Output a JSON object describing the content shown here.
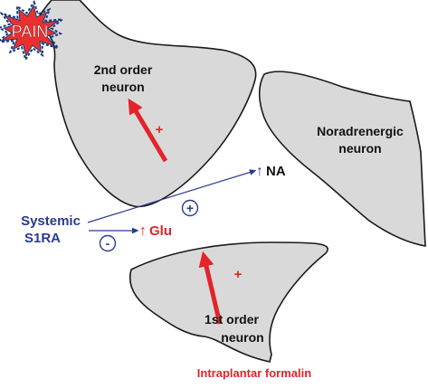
{
  "pain_burst": {
    "label": "PAIN",
    "fill_color": "#e8312f",
    "outline_color": "#1a3a7a"
  },
  "neurons": {
    "second_order": {
      "line1": "2nd order",
      "line2": "neuron"
    },
    "noradrenergic": {
      "line1": "Noradrenergic",
      "line2": "neuron"
    },
    "first_order": {
      "line1": "1st order",
      "line2": "neuron"
    }
  },
  "drug": {
    "line1": "Systemic",
    "line2": "S1RA"
  },
  "effects": {
    "noradrenaline": {
      "arrow": "↑",
      "label": "NA"
    },
    "glutamate": {
      "arrow": "↑",
      "label": "Glu"
    },
    "plus_sign": "+",
    "minus_sign": "-"
  },
  "activity_signs": {
    "second_order": "+",
    "first_order": "+"
  },
  "stimulus": "Intraplantar formalin",
  "colors": {
    "neuron_fill": "#d9d9d9",
    "neuron_stroke": "#1a1a1a",
    "navy": "#2b3a8f",
    "red": "#e4232a",
    "text": "#111111"
  }
}
